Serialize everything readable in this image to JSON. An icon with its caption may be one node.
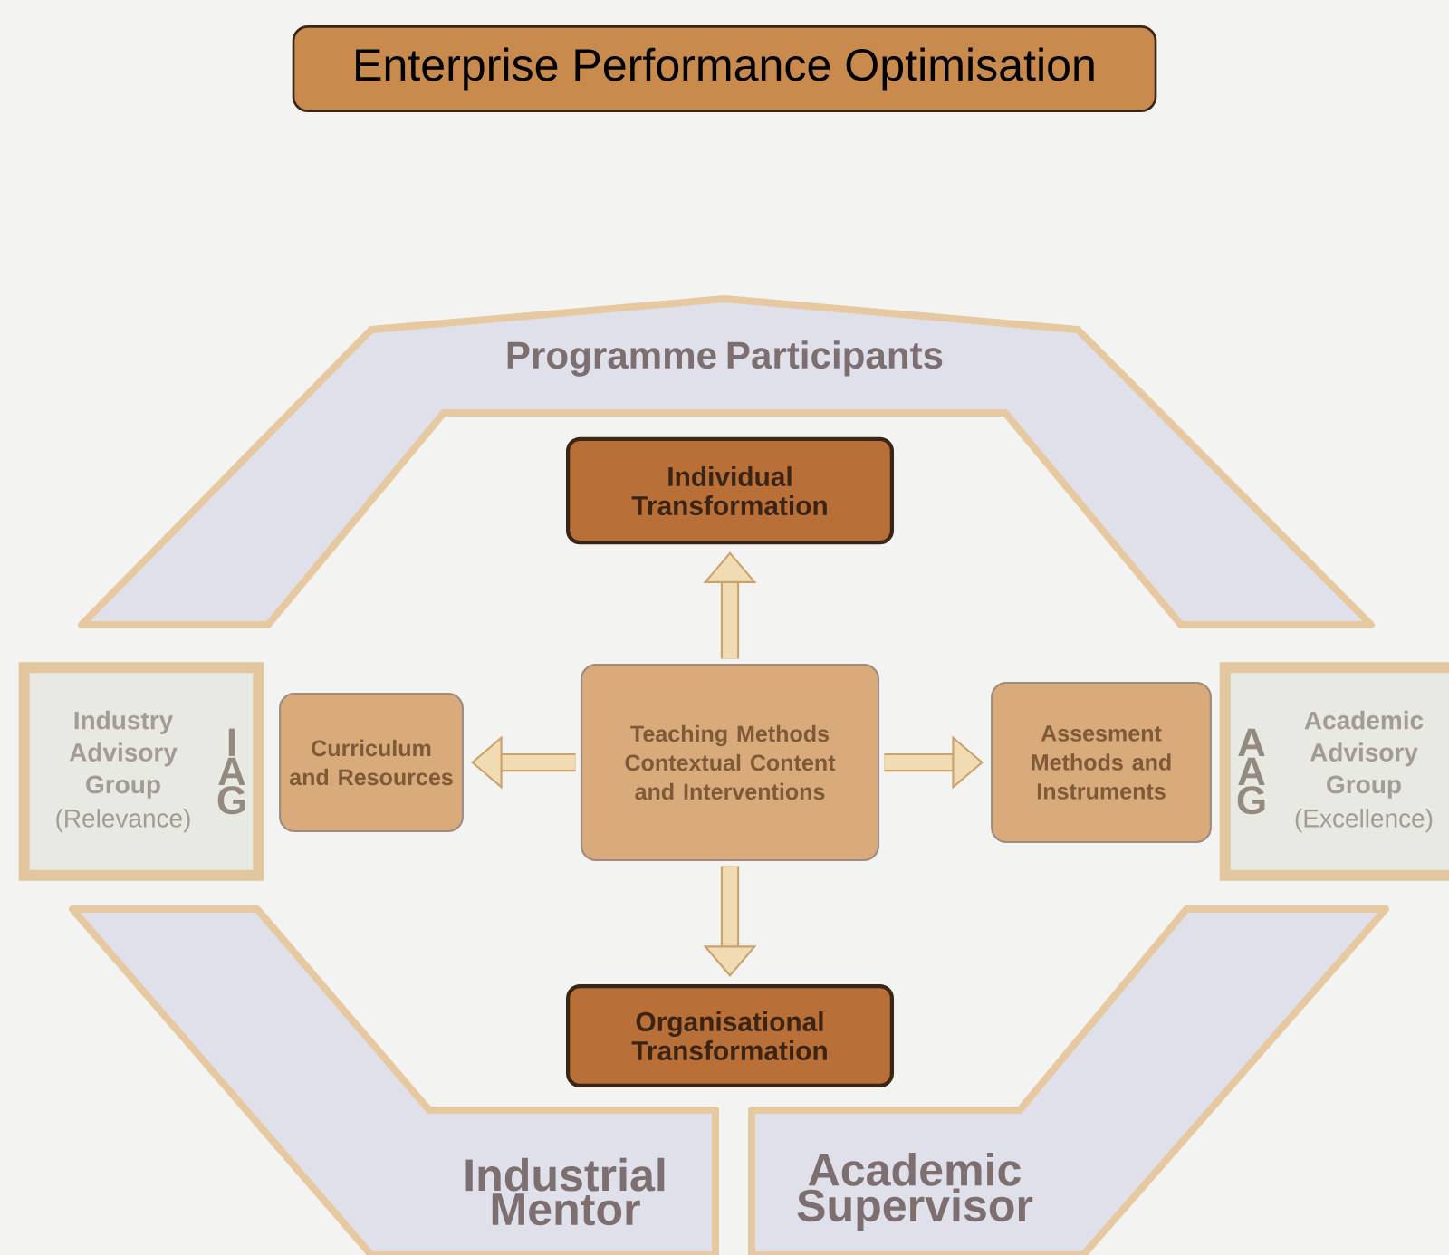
{
  "diagram": {
    "title": "Enterprise Performance Optimisation",
    "nodes": [
      {
        "text": [
          "Programme Participants"
        ]
      },
      {
        "text": [
          "Individual Transformation"
        ]
      },
      {
        "text": [
          "Industry Advisory Group",
          "(Relevance)",
          "I A G"
        ]
      },
      {
        "text": [
          "Curriculum and Resources"
        ]
      },
      {
        "text": [
          "Teaching Methods Contextual Content and Interventions"
        ]
      },
      {
        "text": [
          "Assesment Methods and Instruments"
        ]
      },
      {
        "text": [
          "A A G",
          "Academic Advisory Group",
          "(Excellence)"
        ]
      },
      {
        "text": [
          "Organisational Transformation"
        ]
      },
      {
        "text": [
          "Industrial Mentor"
        ]
      },
      {
        "text": [
          "Academic Supervisor"
        ]
      }
    ],
    "edges": [
      {
        "from": 4,
        "to": 1,
        "arrow": "to"
      },
      {
        "from": 4,
        "to": 3,
        "arrow": "to"
      },
      {
        "from": 4,
        "to": 5,
        "arrow": "to"
      },
      {
        "from": 4,
        "to": 7,
        "arrow": "to"
      }
    ]
  }
}
